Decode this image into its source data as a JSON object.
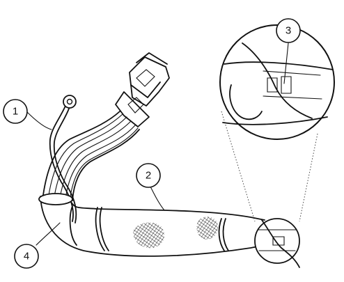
{
  "callouts": [
    {
      "id": "callout-1",
      "label": "1"
    },
    {
      "id": "callout-2",
      "label": "2"
    },
    {
      "id": "callout-3",
      "label": "3"
    },
    {
      "id": "callout-4",
      "label": "4"
    }
  ]
}
